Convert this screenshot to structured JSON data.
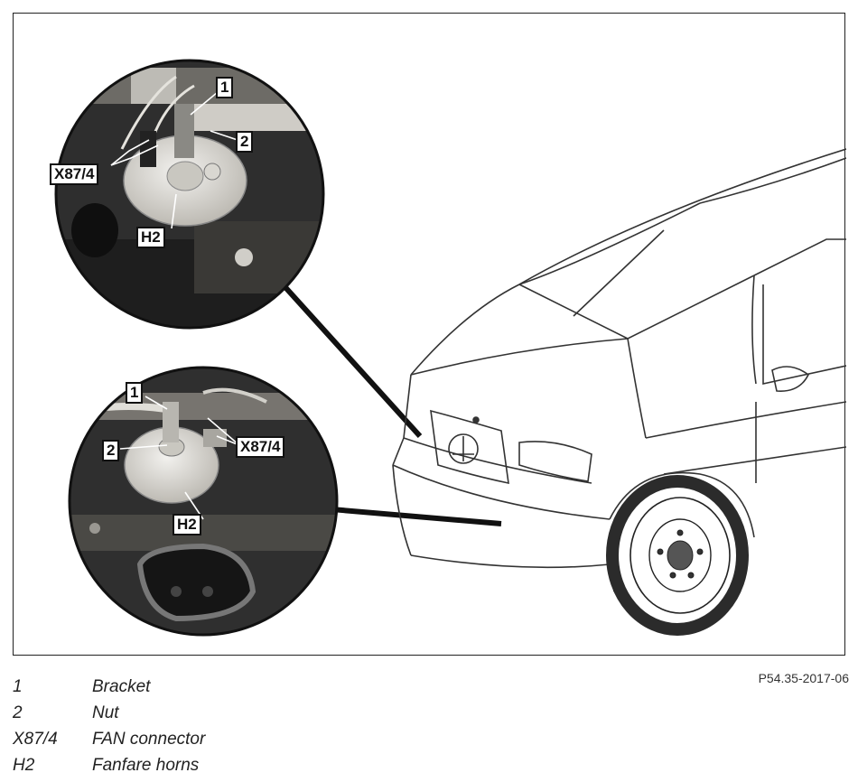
{
  "figure": {
    "reference": "P54.35-2017-06",
    "callouts_top": {
      "c1": "1",
      "c2": "2",
      "x87": "X87/4",
      "h2": "H2"
    },
    "callouts_bottom": {
      "c1": "1",
      "c2": "2",
      "x87": "X87/4",
      "h2": "H2"
    }
  },
  "legend": [
    {
      "key": "1",
      "text": "Bracket"
    },
    {
      "key": "2",
      "text": "Nut"
    },
    {
      "key": "X87/4",
      "text": "FAN connector"
    },
    {
      "key": "H2",
      "text": "Fanfare horns"
    }
  ],
  "colors": {
    "ink": "#111111",
    "photo_dark": "#2a2a2a",
    "horn": "#d8d6d0"
  }
}
